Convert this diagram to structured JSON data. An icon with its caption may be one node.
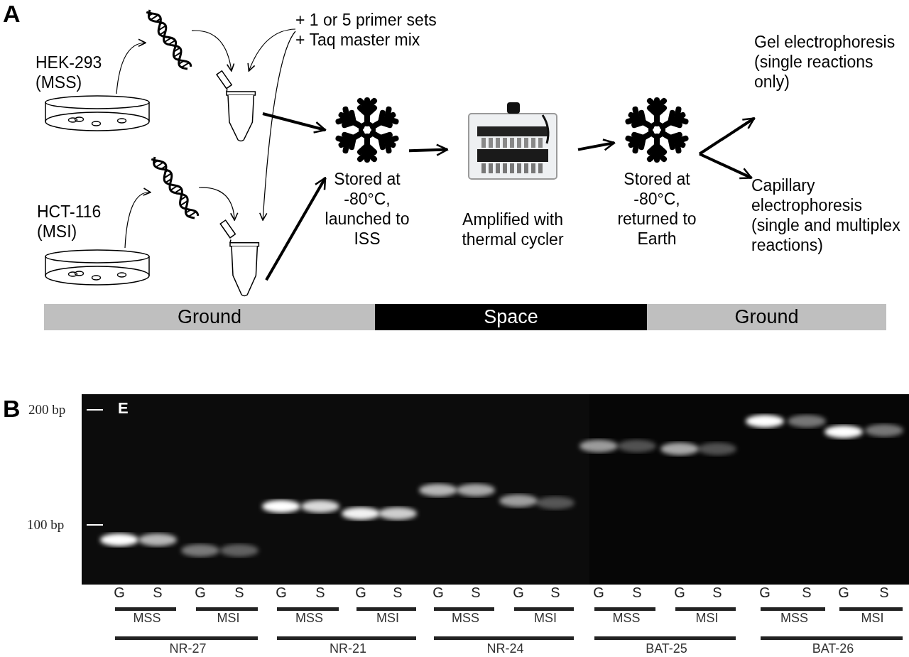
{
  "diagram": {
    "nodes": [
      {
        "text": [
          "HEK-293 (MSS)"
        ]
      },
      {
        "text": [],
        "shape": "picture"
      },
      {
        "text": [],
        "shape": "picture"
      },
      {
        "text": [],
        "shape": "picture"
      },
      {
        "text": [
          "HCT-116 (MSI)"
        ]
      },
      {
        "text": [],
        "shape": "picture"
      },
      {
        "text": [],
        "shape": "picture"
      },
      {
        "text": [],
        "shape": "picture"
      },
      {
        "text": [
          "+ 1 or 5 primer sets",
          "+ Taq master mix"
        ]
      },
      {
        "text": [
          "Stored at -80°C, launched to ISS"
        ]
      },
      {
        "text": [
          "Amplified with thermal cycler"
        ]
      },
      {
        "text": [
          "Stored at -80°C, returned to Earth"
        ]
      },
      {
        "text": [
          "Gel electrophoresis (single reactions only)"
        ]
      },
      {
        "text": [
          "Capillary electrophoresis (single and multiplex reactions)"
        ]
      },
      {
        "text": [
          "Ground"
        ]
      },
      {
        "text": [
          "Space"
        ]
      },
      {
        "text": [
          "Ground"
        ]
      }
    ],
    "edges": [
      {
        "from": 1,
        "to": 2,
        "arrow": "to"
      },
      {
        "from": 2,
        "to": 3,
        "arrow": "to"
      },
      {
        "from": 8,
        "to": 3,
        "arrow": "to"
      },
      {
        "from": 8,
        "to": 7,
        "arrow": "to"
      },
      {
        "from": 5,
        "to": 6,
        "arrow": "to"
      },
      {
        "from": 6,
        "to": 7,
        "arrow": "to"
      },
      {
        "from": 3,
        "to": 9,
        "arrow": "to",
        "style": "thick"
      },
      {
        "from": 7,
        "to": 9,
        "arrow": "to",
        "style": "thick"
      },
      {
        "from": 9,
        "to": 10,
        "arrow": "to",
        "style": "thick"
      },
      {
        "from": 10,
        "to": 11,
        "arrow": "to",
        "style": "thick"
      },
      {
        "from": 11,
        "to": 12,
        "arrow": "to",
        "style": "thick"
      },
      {
        "from": 11,
        "to": 13,
        "arrow": "to",
        "style": "thick"
      }
    ],
    "labels": [
      "A",
      "B",
      "200 bp",
      "E",
      "100 bp",
      "G",
      "S",
      "G",
      "S",
      "G",
      "S",
      "G",
      "S",
      "G",
      "S",
      "G",
      "S",
      "G",
      "S",
      "G",
      "S",
      "G",
      "S",
      "G",
      "S",
      "MSS",
      "MSI",
      "MSS",
      "MSI",
      "MSS",
      "MSI",
      "MSS",
      "MSI",
      "MSS",
      "MSI",
      "NR-27",
      "NR-21",
      "NR-24",
      "BAT-25",
      "BAT-26"
    ]
  }
}
